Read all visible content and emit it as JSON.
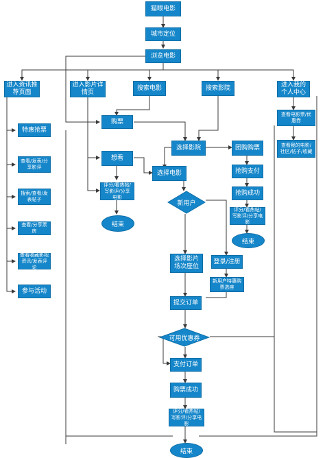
{
  "nodes": {
    "maoyan": "猫眼电影",
    "city": "城市定位",
    "browse": "浏览电影",
    "news": "进入资讯推荐页面",
    "detail": "进入影片详情页",
    "search_movie": "搜索电影",
    "search_cinema": "搜索影院",
    "mycenter": "进入我的个人中心",
    "special": "特惠抢票",
    "view_review": "查看/发表/分享影评",
    "search_post": "搜索/查看/发表帖子",
    "view_box": "查看/分享票房",
    "view_collect": "查看收藏影视资讯/发表评论",
    "activity": "参与活动",
    "buy": "购票",
    "watch": "想看",
    "rate1": "评分/看热帖/写影评/分享电影",
    "end1": "结束",
    "select_cinema": "选择影院",
    "select_movie": "选择电影",
    "group_buy": "团购购票",
    "snatch_pay": "抢购支付",
    "snatch_ok": "抢购成功",
    "rate2": "评分/看热帖/写影评/分享电影",
    "end2": "结束",
    "new_user": "新用户",
    "select_seat": "选择影片场次座位",
    "login": "登录/注册",
    "new_special": "新用户特惠购票选座",
    "submit": "提交订单",
    "coupon": "可用优惠券",
    "pay": "支付订单",
    "buy_ok": "购票成功",
    "rate3": "评分/看热帖/写影评/分享电影",
    "end3": "结束",
    "my_ticket": "查看电影票/优惠券",
    "my_collect": "查看我的电影/社区/帖子/收藏"
  }
}
